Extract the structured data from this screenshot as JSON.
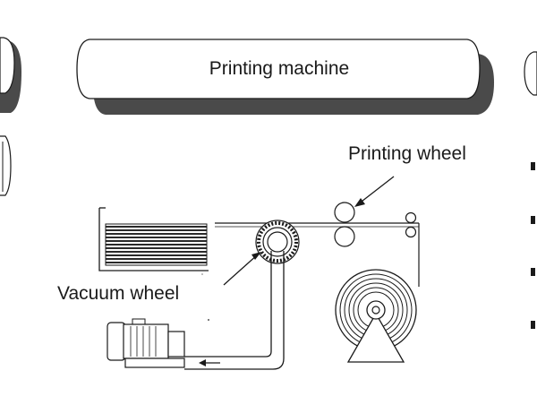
{
  "title": "Printing machine",
  "labels": {
    "printing_wheel": "Printing wheel",
    "vacuum_wheel": "Vacuum wheel"
  },
  "colors": {
    "ink": "#1a1a1a",
    "shadow": "#4a4a4a",
    "paper": "#ffffff"
  }
}
